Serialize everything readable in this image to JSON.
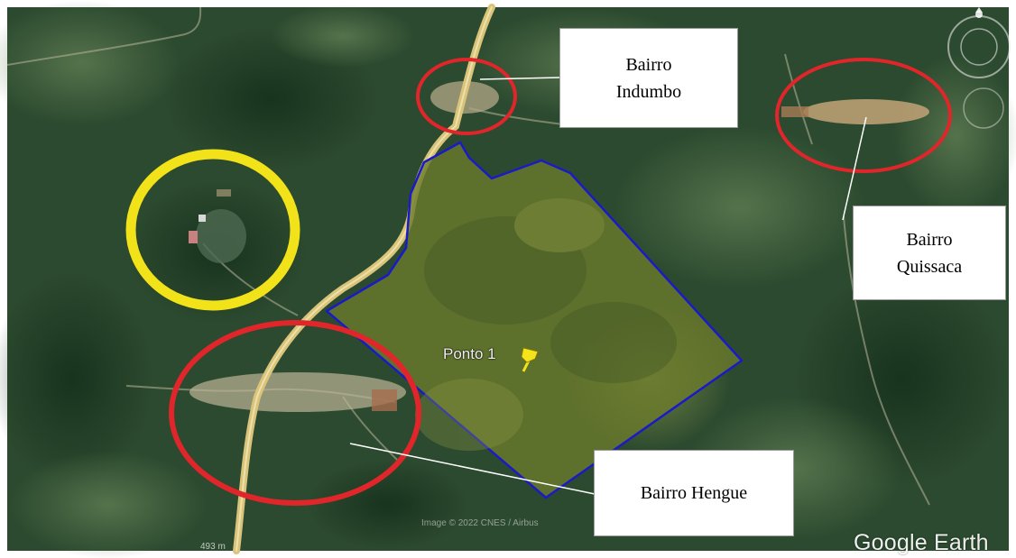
{
  "map": {
    "polygon_label": "Ponto 1",
    "copyright": "Image © 2022 CNES / Airbus",
    "scale": "493 m",
    "brand": "Google Earth",
    "colors": {
      "forest": "#2c4a2f",
      "polygon_fill": "#6b7a2c",
      "polygon_border": "#1a1ac8",
      "road": "#d9c47a",
      "neighborhood_circle": "#e0262a",
      "highlight_circle": "#f2e21a",
      "pin": "#f4e21c"
    },
    "icons": [
      "placemark-pin-icon",
      "compass-icon"
    ]
  },
  "labels": {
    "indumbo": [
      "Bairro",
      "Indumbo"
    ],
    "quissaca": [
      "Bairro",
      "Quissaca"
    ],
    "hengue": "Bairro Hengue"
  }
}
